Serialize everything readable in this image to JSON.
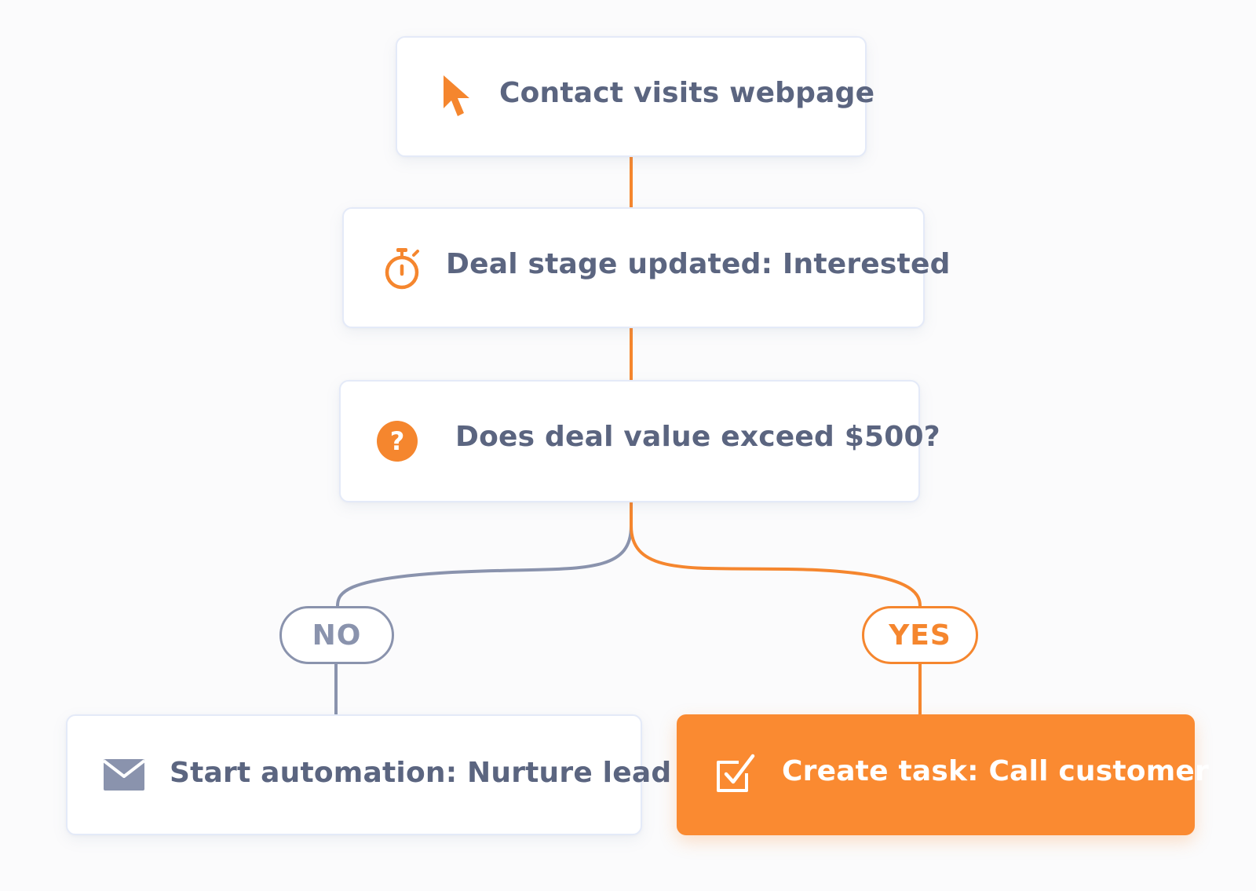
{
  "colors": {
    "accent": "#fa8a31",
    "neutral": "#8a93ad",
    "node_border": "#e4eaf8",
    "text": "#5b6580",
    "background": "#fbfbfc"
  },
  "flow": {
    "trigger": {
      "icon": "cursor-arrow-icon",
      "label": "Contact visits webpage"
    },
    "timer_step": {
      "icon": "stopwatch-icon",
      "label": "Deal stage updated: Interested"
    },
    "condition": {
      "icon": "question-circle-icon",
      "label": "Does deal value exceed $500?"
    },
    "branches": {
      "no": {
        "badge": "NO",
        "icon": "envelope-icon",
        "label": "Start automation: Nurture lead"
      },
      "yes": {
        "badge": "YES",
        "icon": "checkbox-check-icon",
        "label": "Create task: Call customer"
      }
    }
  }
}
